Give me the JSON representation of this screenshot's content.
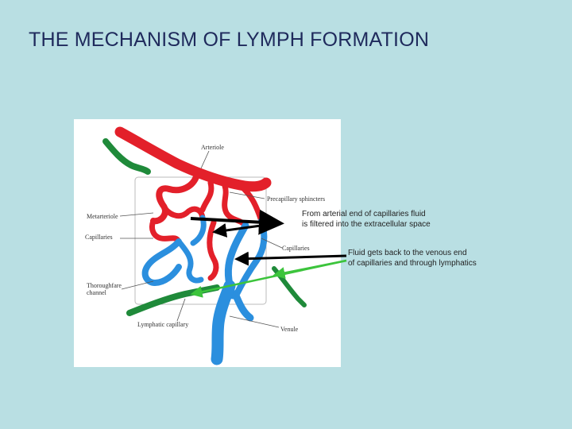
{
  "slide": {
    "title": "THE MECHANISM OF LYMPH FORMATION"
  },
  "figure": {
    "labels": {
      "arteriole": "Arteriole",
      "precapillary_sphincters": "Precapillary sphincters",
      "metarteriole": "Metarteriole",
      "capillaries_left": "Capillaries",
      "capillaries_right": "Capillaries",
      "thoroughfare_line1": "Thoroughfare",
      "thoroughfare_line2": "channel",
      "lymphatic_capillary": "Lymphatic capillary",
      "venule": "Venule"
    }
  },
  "callouts": {
    "filtration": {
      "line1": "From arterial end of capillaries fluid",
      "line2": "is filtered into the extracellular space"
    },
    "return": {
      "line1": "Fluid gets back to the venous end",
      "line2": "of capillaries and through lymphatics"
    }
  },
  "colors": {
    "background": "#b9dfe3",
    "arterial": "#e3202a",
    "venous": "#2b8fde",
    "lymphatic": "#1f8a3a",
    "arrow_black": "#000000",
    "arrow_green": "#3cc43c"
  }
}
